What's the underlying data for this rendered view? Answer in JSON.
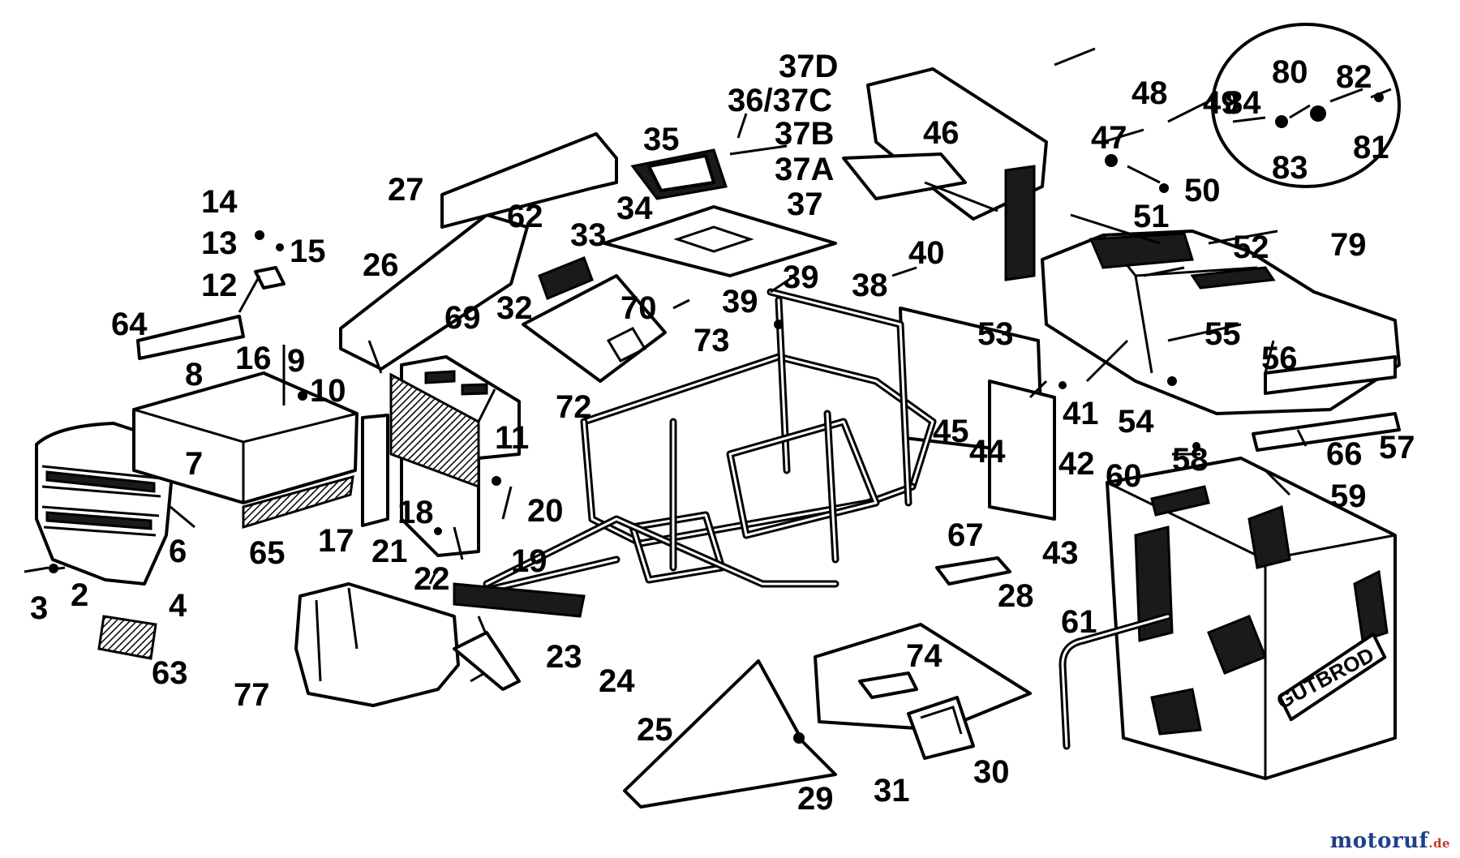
{
  "diagram": {
    "labels": [
      "2",
      "3",
      "4",
      "6",
      "7",
      "8",
      "9",
      "10",
      "11",
      "12",
      "13",
      "14",
      "15",
      "16",
      "17",
      "18",
      "19",
      "20",
      "21",
      "22",
      "23",
      "24",
      "25",
      "26",
      "27",
      "28",
      "29",
      "30",
      "31",
      "32",
      "33",
      "34",
      "35",
      "36/37C",
      "37",
      "37A",
      "37B",
      "37D",
      "38",
      "39",
      "39",
      "40",
      "41",
      "42",
      "43",
      "44",
      "45",
      "46",
      "47",
      "48",
      "49",
      "50",
      "51",
      "52",
      "53",
      "54",
      "55",
      "56",
      "57",
      "58",
      "59",
      "60",
      "61",
      "62",
      "63",
      "64",
      "65",
      "66",
      "67",
      "69",
      "70",
      "72",
      "73",
      "74",
      "77",
      "79",
      "80",
      "81",
      "82",
      "83",
      "84"
    ],
    "stamp_text": "GUTBROD"
  },
  "watermark": {
    "name": "motoruf",
    "tld": ".de"
  }
}
